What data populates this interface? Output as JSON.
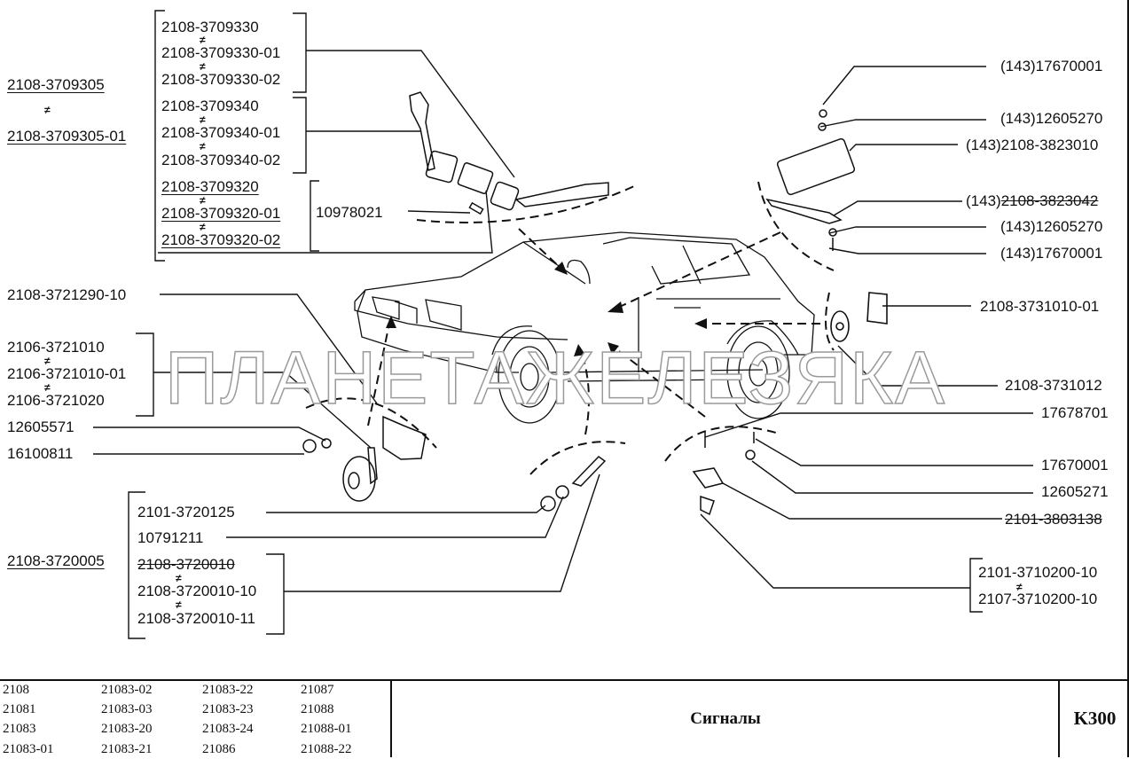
{
  "diagram": {
    "title": "Сигналы",
    "code": "K300",
    "watermark": "ПЛАНЕТАЖЕЛЕЗЯКА",
    "assemblies": {
      "switch_assembly": {
        "label": "2108-3709305",
        "alt_label": "2108-3709305-01"
      },
      "horn_assembly": {
        "label": "2108-3720005"
      }
    },
    "left_labels": {
      "group_3709330": [
        "2108-3709330",
        "2108-3709330-01",
        "2108-3709330-02"
      ],
      "group_3709340": [
        "2108-3709340",
        "2108-3709340-01",
        "2108-3709340-02"
      ],
      "group_3709320": [
        "2108-3709320",
        "2108-3709320-01",
        "2108-3709320-02"
      ],
      "screw": "10978021",
      "horn_bracket": "2108-3721290-10",
      "horn_group": [
        "2106-3721010",
        "2106-3721010-01",
        "2106-3721020"
      ],
      "nut": "12605571",
      "bolt": "16100811",
      "horn_switch_parts": [
        "2101-3720125",
        "10791211"
      ],
      "horn_switch_group": [
        "2108-3720010",
        "2108-3720010-10",
        "2108-3720010-11"
      ]
    },
    "right_labels": {
      "relay_screw_top": "(143)17670001",
      "relay_washer_top": "(143)12605270",
      "relay": "(143)2108-3823010",
      "relay_bracket": "(143)2108-3823042",
      "relay_washer_bottom": "(143)12605270",
      "relay_screw_bottom": "(143)17670001",
      "switch_pad": "2108-3731010-01",
      "switch_gasket": "2108-3731012",
      "screw_a": "17678701",
      "screw_b": "17670001",
      "washer": "12605271",
      "bracket": "2101-3803138",
      "sensor_group": [
        "2101-3710200-10",
        "2107-3710200-10"
      ]
    },
    "ne_symbol": "≠"
  },
  "footer": {
    "models": [
      [
        "2108",
        "21081",
        "21083",
        "21083-01"
      ],
      [
        "21083-02",
        "21083-03",
        "21083-20",
        "21083-21"
      ],
      [
        "21083-22",
        "21083-23",
        "21083-24",
        "21086"
      ],
      [
        "21087",
        "21088",
        "21088-01",
        "21088-22"
      ]
    ]
  }
}
